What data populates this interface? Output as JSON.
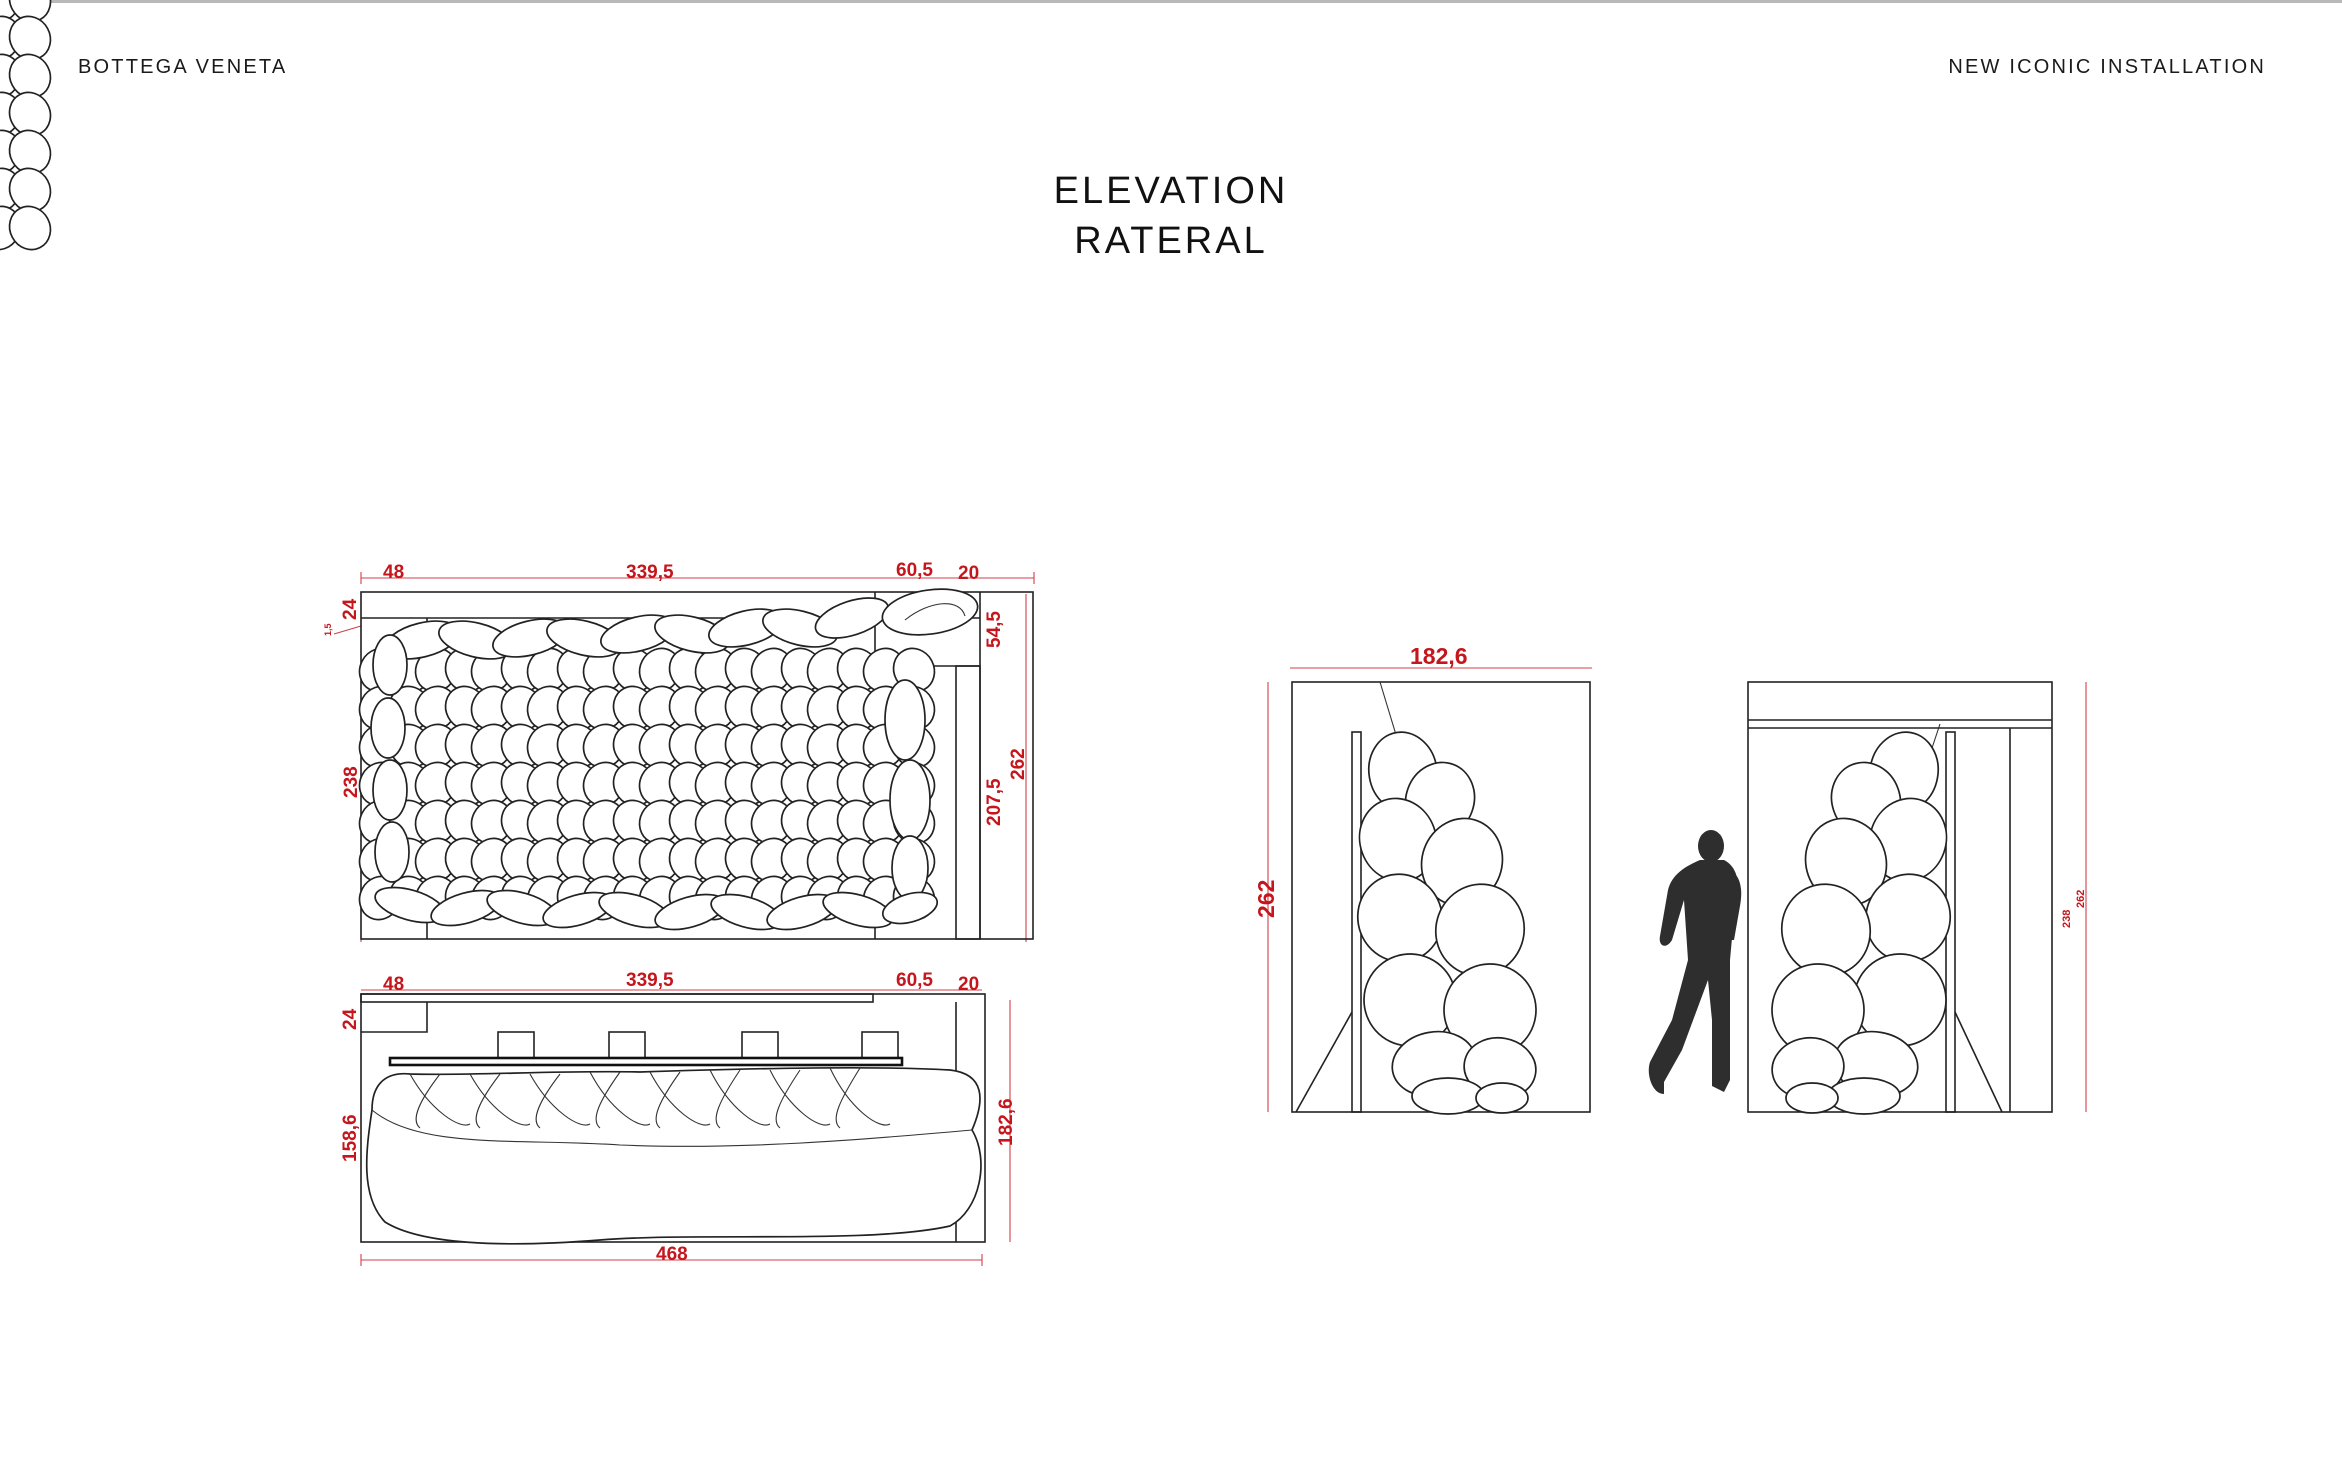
{
  "header": {
    "brand": "BOTTEGA VENETA",
    "project": "NEW ICONIC INSTALLATION"
  },
  "title": {
    "line1": "ELEVATION",
    "line2": "RATERAL"
  },
  "front_elevation": {
    "dims": {
      "top_left": "48",
      "top_mid": "339,5",
      "top_right": "60,5",
      "top_far": "20",
      "left_top": "24",
      "left_tiny": "1,5",
      "left_height": "238",
      "right_top": "54,5",
      "right_mid": "207,5",
      "right_total": "262"
    }
  },
  "plan_view": {
    "dims": {
      "top_left": "48",
      "top_mid": "339,5",
      "top_right": "60,5",
      "top_far": "20",
      "left_top": "24",
      "left_height": "158,6",
      "right_height": "182,6",
      "bottom_width": "468"
    }
  },
  "side_elevations": {
    "dims": {
      "width": "182,6",
      "height": "262",
      "right_a": "238",
      "right_b": "262"
    }
  },
  "colors": {
    "dimension_red": "#c4161c",
    "line": "#222222",
    "figure": "#2e2e2e"
  }
}
